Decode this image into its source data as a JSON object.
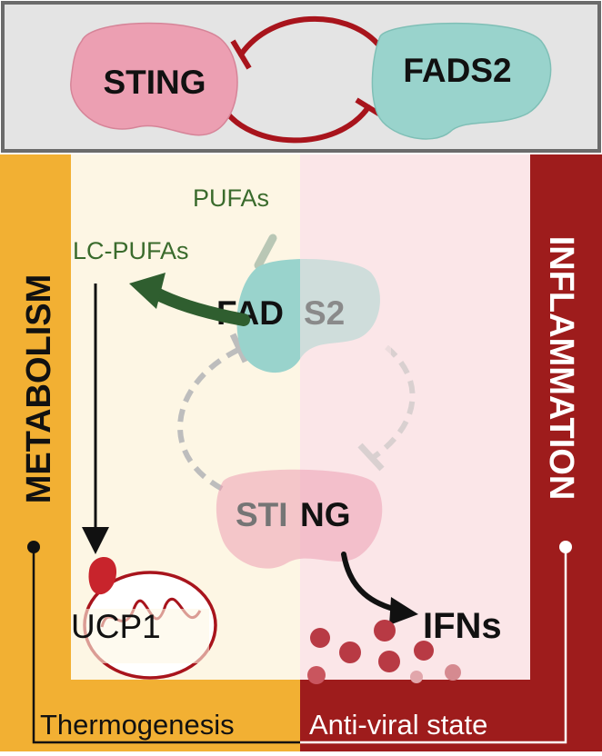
{
  "top_panel": {
    "left_protein": "STING",
    "right_protein": "FADS2"
  },
  "left_bar": {
    "label": "METABOLISM",
    "bottom_label": "Thermogenesis"
  },
  "right_bar": {
    "label": "INFLAMMATION",
    "bottom_label": "Anti-viral state"
  },
  "center": {
    "pufas": "PUFAs",
    "lc_pufas": "LC-PUFAs",
    "fads2_left": "FAD",
    "fads2_right": "S2",
    "sting_left": "STI",
    "sting_right": "NG",
    "ucp1": "UCP1",
    "ifns": "IFNs"
  },
  "colors": {
    "metabolism": "#f2b033",
    "inflammation": "#9e1c1c",
    "sting": "#ec9fb2",
    "fads2": "#99d3cc",
    "inhibit": "#a8141c",
    "pufa_text": "#3a6b2c",
    "pufa_arrow": "#2f5e2f"
  }
}
